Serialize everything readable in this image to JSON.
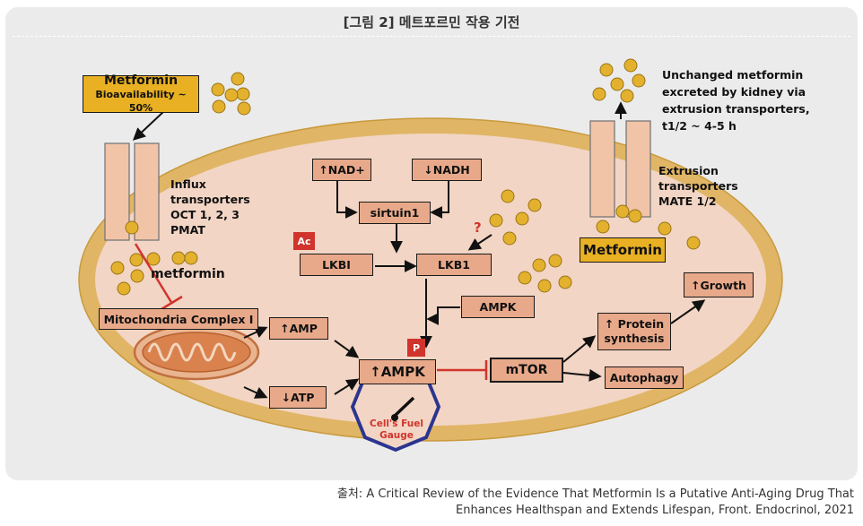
{
  "figure_title": "[그림 2] 메트포르민 작용 기전",
  "metformin_top": {
    "name": "Metformin",
    "bioavailability": "Bioavailability ~ 50%"
  },
  "influx": {
    "line1": "Influx",
    "line2": "transporters",
    "line3": "OCT 1, 2, 3",
    "line4": "PMAT"
  },
  "metformin_inside": "metformin",
  "mito_complex": "Mitochondria Complex I",
  "amp": "↑AMP",
  "atp": "↓ATP",
  "nad": "↑NAD+",
  "nadh": "↓NADH",
  "sirtuin": "sirtuin1",
  "ac_tag": "Ac",
  "lkbi": "LKBI",
  "lkb1": "LKB1",
  "question": "?",
  "ampk_small": "AMPK",
  "p_tag": "P",
  "ampk_main": "↑AMPK",
  "gauge": {
    "line1": "Cell's Fuel",
    "line2": "Gauge"
  },
  "mtor": "mTOR",
  "protein": {
    "line1": "↑ Protein",
    "line2": "synthesis"
  },
  "growth": "↑Growth",
  "autophagy": "Autophagy",
  "excreted": {
    "line1": "Unchanged metformin",
    "line2": "excreted by kidney via",
    "line3": "extrusion transporters,",
    "line4": "t1/2 ~ 4-5 h"
  },
  "extrusion": {
    "line1": "Extrusion",
    "line2": "transporters",
    "line3": "MATE 1/2"
  },
  "metformin_box": "Metformin",
  "source": {
    "line1": "출처: A Critical Review of the Evidence That Metformin Is a Putative Anti-Aging Drug That",
    "line2": "Enhances Healthspan and Extends Lifespan, Front. Endocrinol, 2021"
  },
  "colors": {
    "panel": "#ebebeb",
    "cell_outer": "#e0b566",
    "cell_inner": "#f2d5c4",
    "box_fill": "#e8a98a",
    "metformin_fill": "#e8b022",
    "pill": "#e3b12e",
    "inhibit": "#d0342c",
    "gauge_ring": "#2b3590"
  }
}
